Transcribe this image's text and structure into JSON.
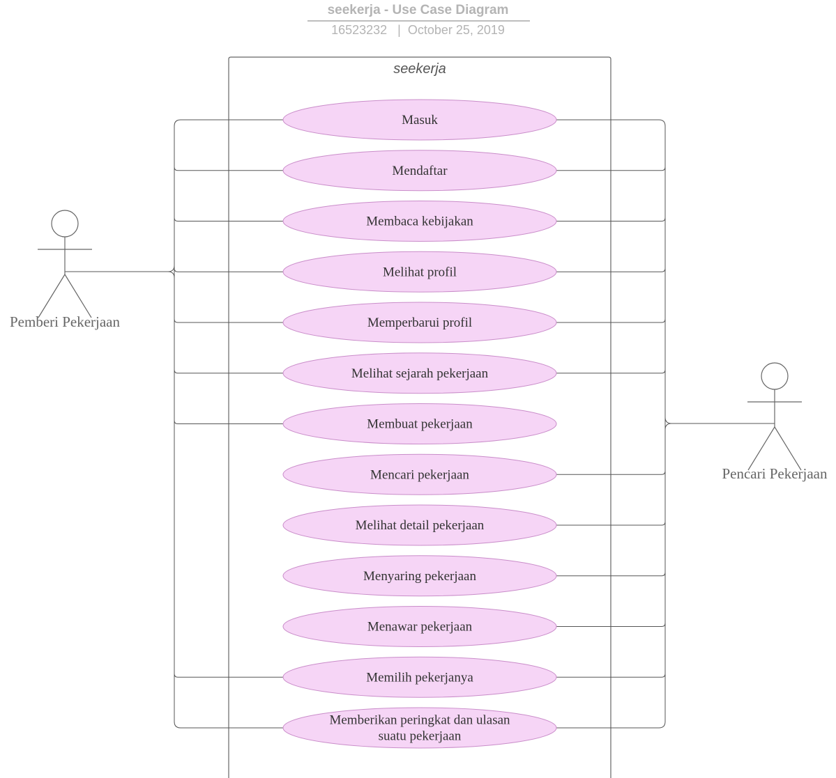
{
  "header": {
    "title": "seekerja - Use Case Diagram",
    "subtitle": "16523232   |  October 25, 2019"
  },
  "system": {
    "name": "seekerja"
  },
  "actors": [
    {
      "id": "pemberi",
      "label": "Pemberi Pekerjaan"
    },
    {
      "id": "pencari",
      "label": "Pencari Pekerjaan"
    }
  ],
  "use_cases": [
    {
      "lines": [
        "Masuk"
      ],
      "actors": [
        "pemberi",
        "pencari"
      ]
    },
    {
      "lines": [
        "Mendaftar"
      ],
      "actors": [
        "pemberi",
        "pencari"
      ]
    },
    {
      "lines": [
        "Membaca kebijakan"
      ],
      "actors": [
        "pemberi",
        "pencari"
      ]
    },
    {
      "lines": [
        "Melihat profil"
      ],
      "actors": [
        "pemberi",
        "pencari"
      ]
    },
    {
      "lines": [
        "Memperbarui profil"
      ],
      "actors": [
        "pemberi",
        "pencari"
      ]
    },
    {
      "lines": [
        "Melihat sejarah pekerjaan"
      ],
      "actors": [
        "pemberi",
        "pencari"
      ]
    },
    {
      "lines": [
        "Membuat pekerjaan"
      ],
      "actors": [
        "pemberi"
      ]
    },
    {
      "lines": [
        "Mencari pekerjaan"
      ],
      "actors": [
        "pencari"
      ]
    },
    {
      "lines": [
        "Melihat detail pekerjaan"
      ],
      "actors": [
        "pencari"
      ]
    },
    {
      "lines": [
        "Menyaring pekerjaan"
      ],
      "actors": [
        "pencari"
      ]
    },
    {
      "lines": [
        "Menawar pekerjaan"
      ],
      "actors": [
        "pencari"
      ]
    },
    {
      "lines": [
        "Memilih pekerjanya"
      ],
      "actors": [
        "pemberi",
        "pencari"
      ]
    },
    {
      "lines": [
        "Memberikan peringkat dan ulasan",
        "suatu pekerjaan"
      ],
      "actors": [
        "pemberi",
        "pencari"
      ]
    }
  ],
  "colors": {
    "use_case_fill": "#f6d5f6",
    "use_case_stroke": "#c98cc9",
    "line": "#555555",
    "actor_stroke": "#666666",
    "actor_label": "#666666",
    "text": "#333333"
  }
}
